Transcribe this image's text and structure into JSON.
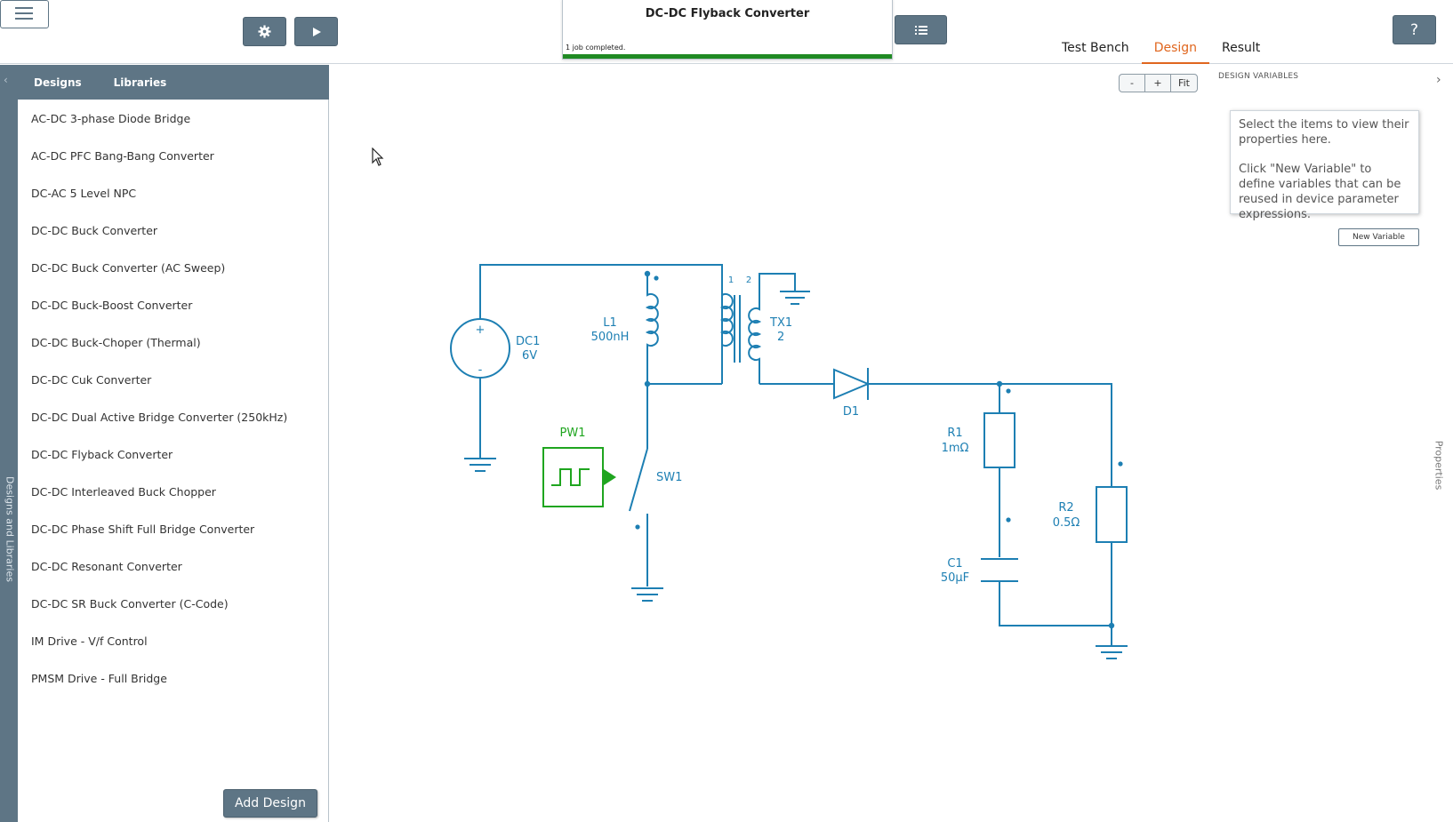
{
  "header": {
    "settings_icon": "gear-icon",
    "run_icon": "play-icon",
    "list_icon": "list-icon",
    "help_label": "?"
  },
  "status": {
    "title": "DC-DC Flyback Converter",
    "message": "1 job completed.",
    "progress": 1.0
  },
  "tabs": [
    {
      "label": "Test Bench"
    },
    {
      "label": "Design",
      "active": true
    },
    {
      "label": "Result"
    }
  ],
  "sidebar": {
    "vertical_label": "Designs and Libraries",
    "panel_tabs": [
      "Designs",
      "Libraries"
    ],
    "designs": [
      "AC-DC 3-phase Diode Bridge",
      "AC-DC PFC Bang-Bang Converter",
      "DC-AC 5 Level NPC",
      "DC-DC Buck Converter",
      "DC-DC Buck Converter (AC Sweep)",
      "DC-DC Buck-Boost Converter",
      "DC-DC Buck-Choper (Thermal)",
      "DC-DC Cuk Converter",
      "DC-DC Dual Active Bridge Converter (250kHz)",
      "DC-DC Flyback Converter",
      "DC-DC Interleaved Buck Chopper",
      "DC-DC Phase Shift Full Bridge Converter",
      "DC-DC Resonant Converter",
      "DC-DC SR Buck Converter (C-Code)",
      "IM Drive - V/f Control",
      "PMSM Drive - Full Bridge"
    ],
    "add_design_label": "Add Design"
  },
  "zoom": {
    "minus": "-",
    "plus": "+",
    "fit": "Fit"
  },
  "design_variables": {
    "title": "DESIGN VARIABLES",
    "hint_1": "Select the items to view their properties here.",
    "hint_2": "Click \"New Variable\" to define variables that can be reused in device parameter expressions.",
    "new_variable_label": "New Variable",
    "properties_label": "Properties"
  },
  "schematic": {
    "dc1": {
      "name": "DC1",
      "value": "6V",
      "plus": "+",
      "minus": "-"
    },
    "l1": {
      "name": "L1",
      "value": "500nH"
    },
    "tx1": {
      "name": "TX1",
      "value": "2",
      "pin1": "1",
      "pin2": "2"
    },
    "d1": {
      "name": "D1"
    },
    "pw1": {
      "name": "PW1"
    },
    "sw1": {
      "name": "SW1"
    },
    "r1": {
      "name": "R1",
      "value": "1mΩ"
    },
    "r2": {
      "name": "R2",
      "value": "0.5Ω"
    },
    "c1": {
      "name": "C1",
      "value": "50μF"
    },
    "colors": {
      "wire": "#1d7fb3",
      "source": "#1fa51f",
      "accent": "#e0661e",
      "toolbar": "#5e7585"
    }
  }
}
